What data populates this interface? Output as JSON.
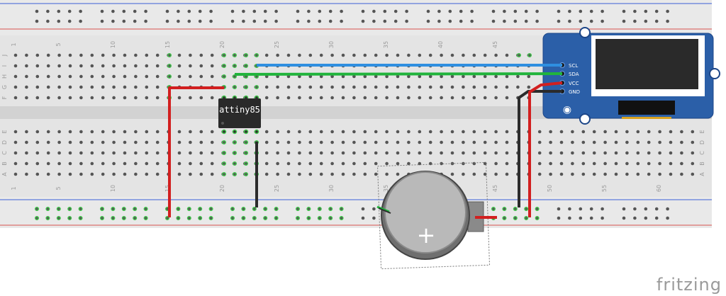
{
  "breadboard": {
    "column_numbers": [
      "1",
      "5",
      "10",
      "15",
      "20",
      "25",
      "30",
      "35",
      "40",
      "45",
      "50",
      "55",
      "60"
    ],
    "row_letters_top": [
      "J",
      "I",
      "H",
      "G",
      "F"
    ],
    "row_letters_bottom": [
      "E",
      "D",
      "C",
      "B",
      "A"
    ]
  },
  "chip": {
    "label": "attiny85"
  },
  "oled": {
    "pins": [
      "SCL",
      "SDA",
      "VCC",
      "GND"
    ]
  },
  "battery": {
    "symbol": "+"
  },
  "brand": {
    "text": "fritzing"
  },
  "colors": {
    "wire_red": "#d21f1f",
    "wire_black": "#2b2b2b",
    "wire_blue": "#2f8fe0",
    "wire_green": "#21b43c",
    "oled_board": "#2b5fa8",
    "active_hole": "#3fc84a",
    "rail_red": "#d9534f",
    "rail_blue": "#3b5fd6"
  }
}
